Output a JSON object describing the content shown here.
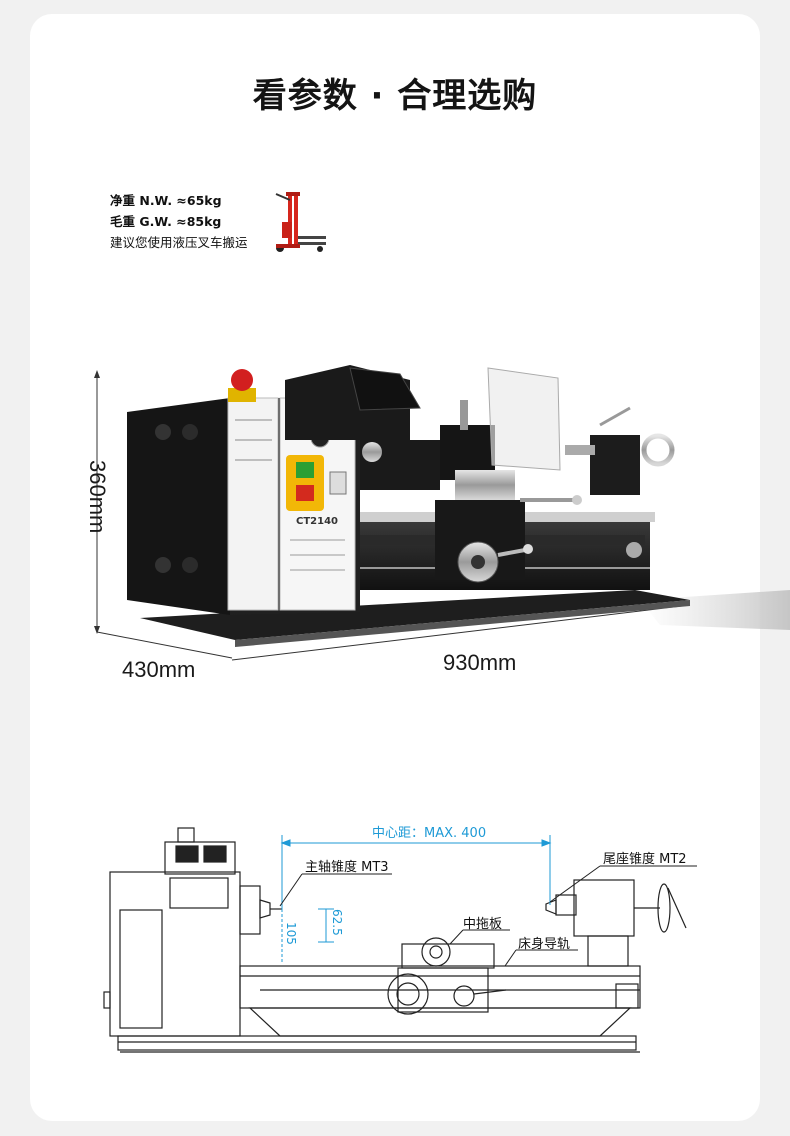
{
  "page_title": "看参数 · 合理选购",
  "weight": {
    "net": "净重 N.W. ≈65kg",
    "gross": "毛重 G.W. ≈85kg",
    "note": "建议您使用液压叉车搬运"
  },
  "dimensions": {
    "height": "360mm",
    "depth": "430mm",
    "length": "930mm"
  },
  "machine": {
    "model_badge": "CT2140"
  },
  "diagram": {
    "center_distance": "中心距：MAX. 400",
    "spindle_taper": "主轴锥度 MT3",
    "tailstock_taper": "尾座锥度 MT2",
    "cross_slide": "中拖板",
    "bed_guide": "床身导轨",
    "dim_105": "105",
    "dim_62_5": "62.5"
  },
  "colors": {
    "accent_blue": "#1e9ad6",
    "machine_black": "#1b1b1b",
    "forklift_red": "#d6261d",
    "switch_yellow": "#f2b707"
  }
}
